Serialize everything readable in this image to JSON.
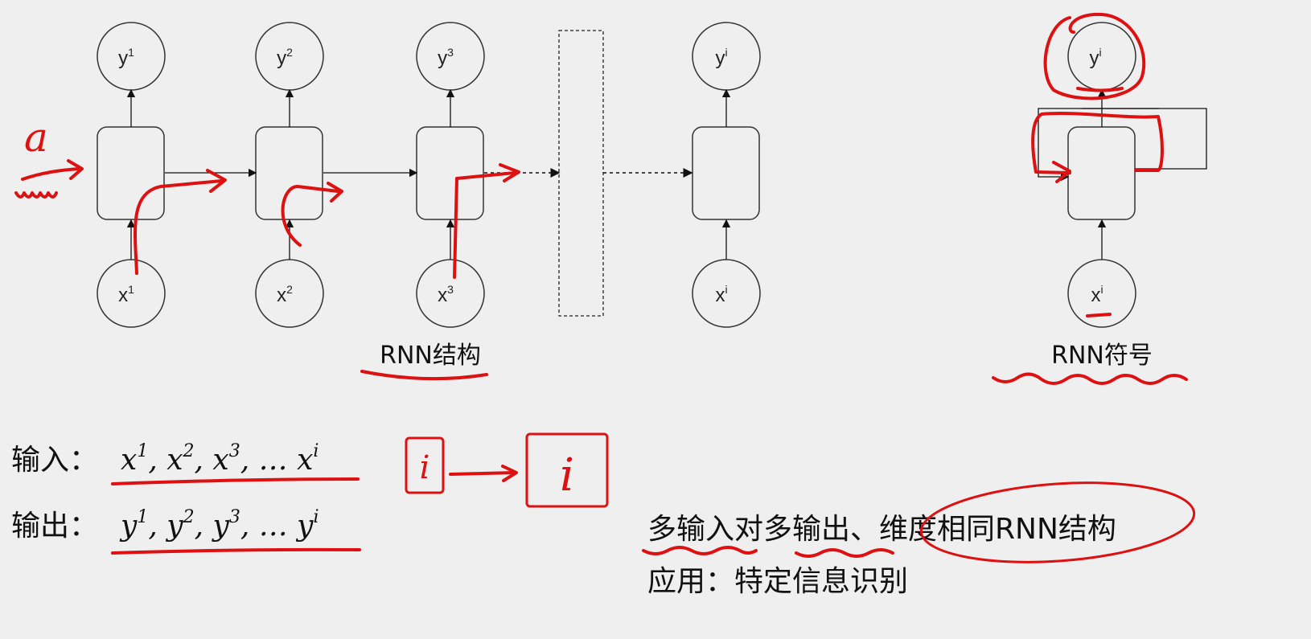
{
  "diagram": {
    "cells": [
      {
        "y_base": "y",
        "y_sup": "1",
        "x_base": "x",
        "x_sup": "1"
      },
      {
        "y_base": "y",
        "y_sup": "2",
        "x_base": "x",
        "x_sup": "2"
      },
      {
        "y_base": "y",
        "y_sup": "3",
        "x_base": "x",
        "x_sup": "3"
      },
      {
        "y_base": "y",
        "y_sup": "i",
        "x_base": "x",
        "x_sup": "i"
      }
    ],
    "structure_caption": "RNN结构",
    "symbol": {
      "y_base": "y",
      "y_sup": "i",
      "x_base": "x",
      "x_sup": "i"
    },
    "symbol_caption": "RNN符号"
  },
  "text": {
    "input_label": "输入：",
    "input_terms": [
      {
        "base": "x",
        "sup": "1",
        "sep": ", "
      },
      {
        "base": "x",
        "sup": "2",
        "sep": ", "
      },
      {
        "base": "x",
        "sup": "3",
        "sep": ", … "
      },
      {
        "base": "x",
        "sup": "i",
        "sep": ""
      }
    ],
    "output_label": "输出：",
    "output_terms": [
      {
        "base": "y",
        "sup": "1",
        "sep": ", "
      },
      {
        "base": "y",
        "sup": "2",
        "sep": ", "
      },
      {
        "base": "y",
        "sup": "3",
        "sep": ", … "
      },
      {
        "base": "y",
        "sup": "i",
        "sep": ""
      }
    ],
    "summary": "多输入对多输出、维度相同RNN结构",
    "application": "应用：特定信息识别"
  },
  "annotations": {
    "handwritten_a": "a",
    "handwritten_box_1": "i",
    "handwritten_box_2": "i"
  },
  "colors": {
    "background": "#efefef",
    "ink": "#333333",
    "annotation": "#dd1111"
  }
}
